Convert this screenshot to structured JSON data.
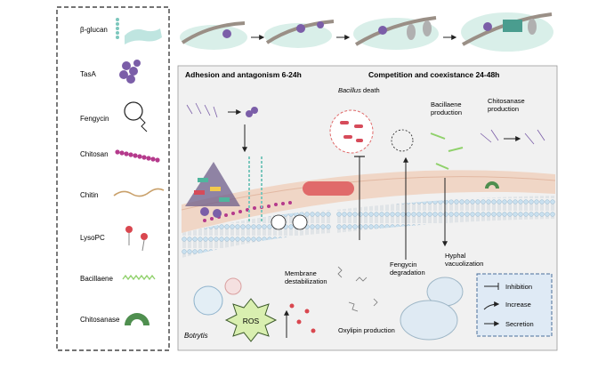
{
  "legend": {
    "items": [
      {
        "label": "β-glucan",
        "icon": "beta-glucan-icon"
      },
      {
        "label": "TasA",
        "icon": "tasa-icon"
      },
      {
        "label": "Fengycin",
        "icon": "fengycin-icon"
      },
      {
        "label": "Chitosan",
        "icon": "chitosan-icon"
      },
      {
        "label": "Chitin",
        "icon": "chitin-icon"
      },
      {
        "label": "LysoPC",
        "icon": "lysopc-icon"
      },
      {
        "label": "Bacillaene",
        "icon": "bacillaene-icon"
      },
      {
        "label": "Chitosanase",
        "icon": "chitosanase-icon"
      }
    ]
  },
  "phases": {
    "adhesion": "Adhesion and antagonism 6-24h",
    "competition": "Competition and coexistance 24-48h"
  },
  "labels": {
    "bacillus_death_italic": "Bacillus",
    "bacillus_death_rest": " death",
    "bacillaene_line1": "Bacillaene",
    "bacillaene_line2": "production",
    "chitosanase_line1": "Chitosanase",
    "chitosanase_line2": "production",
    "membrane_line1": "Membrane",
    "membrane_line2": "destabilization",
    "fengycin_line1": "Fengycin",
    "fengycin_line2": "degradation",
    "hyphal_line1": "Hyphal",
    "hyphal_line2": "vacuolization",
    "oxylipin": "Oxylipin production",
    "ros": "ROS",
    "botrytis": "Botrytis"
  },
  "key": {
    "inhibition": "Inhibition",
    "increase": "Increase",
    "secretion": "Secretion"
  },
  "colors": {
    "membrane": "#c9e0ef",
    "hypha": "#f0d6c6",
    "tasa": "#7b5ea8",
    "chitosan": "#b53a8c",
    "lysopc": "#d9474f",
    "bacillaene": "#8fd16a",
    "chitosanase": "#4f8f4f",
    "glucan": "#9fd7cf",
    "key_box": "#dfeaf5"
  }
}
